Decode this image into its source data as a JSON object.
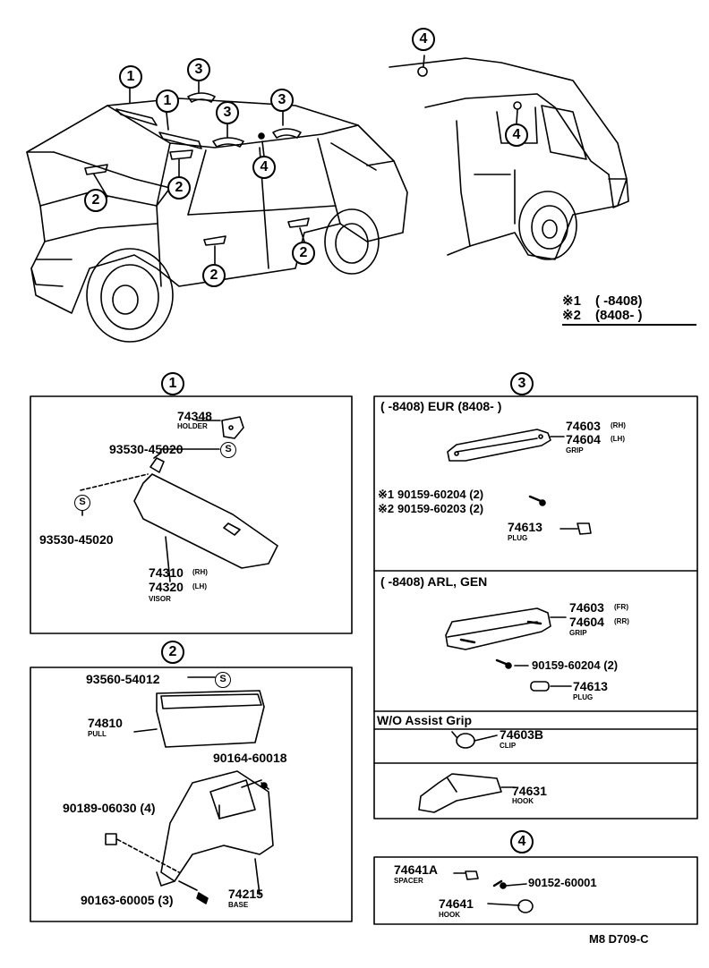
{
  "callouts": {
    "c1": "1",
    "c2": "2",
    "c3": "3",
    "c4": "4"
  },
  "legend": {
    "line1_mark": "※1",
    "line1_range": "(        -8408)",
    "line2_mark": "※2",
    "line2_range": "(8408-        )"
  },
  "section1": {
    "holder_num": "74348",
    "holder_label": "HOLDER",
    "screw_num_top": "93530-45020",
    "screw_num_left": "93530-45020",
    "screw_mark": "S",
    "visor_num1": "74310",
    "visor_num1_side": "(RH)",
    "visor_num2": "74320",
    "visor_num2_side": "(LH)",
    "visor_label": "VISOR"
  },
  "section2": {
    "screw_num": "93560-54012",
    "screw_mark": "S",
    "pull_num": "74810",
    "pull_label": "PULL",
    "bolt_num": "90164-60018",
    "nut_num": "90189-06030 (4)",
    "screw_num_bottom": "90163-60005 (3)",
    "base_num": "74215",
    "base_label": "BASE"
  },
  "section3": {
    "header_eur": "(        -8408) EUR (8408-          )",
    "grip_num1": "74603",
    "grip_num1_side": "(RH)",
    "grip_num2": "74604",
    "grip_num2_side": "(LH)",
    "grip_label": "GRIP",
    "screw1_mark": "※1",
    "screw1_num": "90159-60204 (2)",
    "screw2_mark": "※2",
    "screw2_num": "90159-60203 (2)",
    "plug_num": "74613",
    "plug_label": "PLUG",
    "header_arl": "(        -8408) ARL, GEN",
    "grip2_num1": "74603",
    "grip2_num1_side": "(FR)",
    "grip2_num2": "74604",
    "grip2_num2_side": "(RR)",
    "grip2_label": "GRIP",
    "screw3_num": "90159-60204 (2)",
    "plug2_num": "74613",
    "plug2_label": "PLUG",
    "header_wo": "W/O Assist Grip",
    "clip_num": "74603B",
    "clip_label": "CLIP",
    "hook_num": "74631",
    "hook_label": "HOOK"
  },
  "section4": {
    "spacer_num": "74641A",
    "spacer_label": "SPACER",
    "screw_num": "90152-60001",
    "hook_num": "74641",
    "hook_label": "HOOK"
  },
  "diagram_code": "M8 D709-C"
}
